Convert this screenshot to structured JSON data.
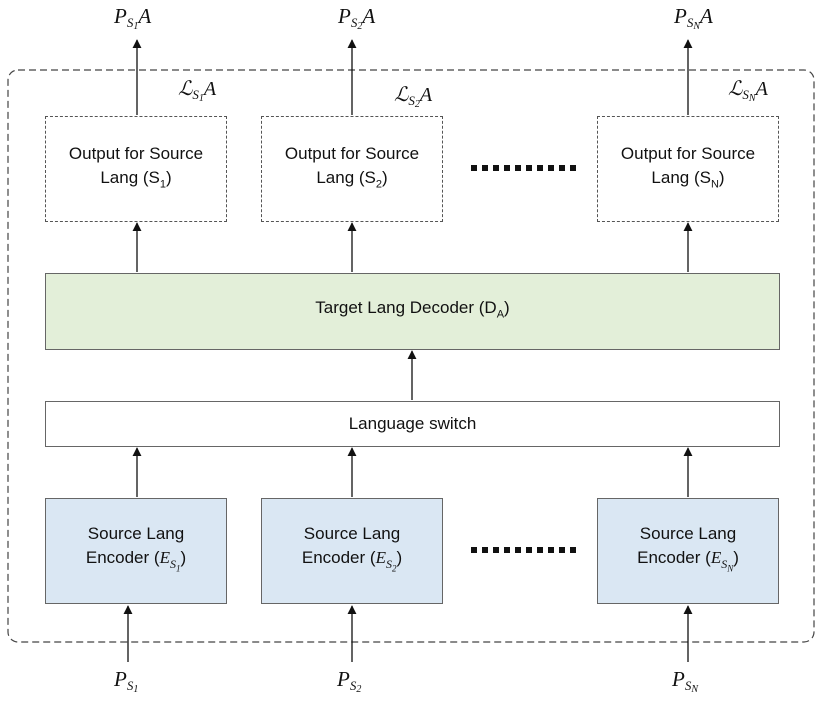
{
  "outputs": [
    {
      "text": "Output for Source Lang (S",
      "sub": "1",
      "close": ")",
      "loss": "ℒ",
      "loss_sub": "S",
      "loss_subsub": "1",
      "loss_tail": "A",
      "prob": "P",
      "prob_sub": "S",
      "prob_subsub": "1",
      "prob_tail": "A"
    },
    {
      "text": "Output for Source Lang (S",
      "sub": "2",
      "close": ")",
      "loss": "ℒ",
      "loss_sub": "S",
      "loss_subsub": "2",
      "loss_tail": "A",
      "prob": "P",
      "prob_sub": "S",
      "prob_subsub": "2",
      "prob_tail": "A"
    },
    {
      "text": "Output for Source Lang (S",
      "sub": "N",
      "close": ")",
      "loss": "ℒ",
      "loss_sub": "S",
      "loss_subsub": "N",
      "loss_tail": "A",
      "prob": "P",
      "prob_sub": "S",
      "prob_subsub": "N",
      "prob_tail": "A"
    }
  ],
  "decoder": {
    "text": "Target Lang Decoder (D",
    "sub": "A",
    "close": ")"
  },
  "switch": {
    "text": "Language switch"
  },
  "encoders": [
    {
      "line1": "Source Lang",
      "line2": "Encoder (",
      "var": "E",
      "var_sub": "S",
      "var_subsub": "1",
      "close": ")",
      "input": "P",
      "input_sub": "S",
      "input_subsub": "1"
    },
    {
      "line1": "Source Lang",
      "line2": "Encoder (",
      "var": "E",
      "var_sub": "S",
      "var_subsub": "2",
      "close": ")",
      "input": "P",
      "input_sub": "S",
      "input_subsub": "2"
    },
    {
      "line1": "Source Lang",
      "line2": "Encoder (",
      "var": "E",
      "var_sub": "S",
      "var_subsub": "N",
      "close": ")",
      "input": "P",
      "input_sub": "S",
      "input_subsub": "N"
    }
  ]
}
